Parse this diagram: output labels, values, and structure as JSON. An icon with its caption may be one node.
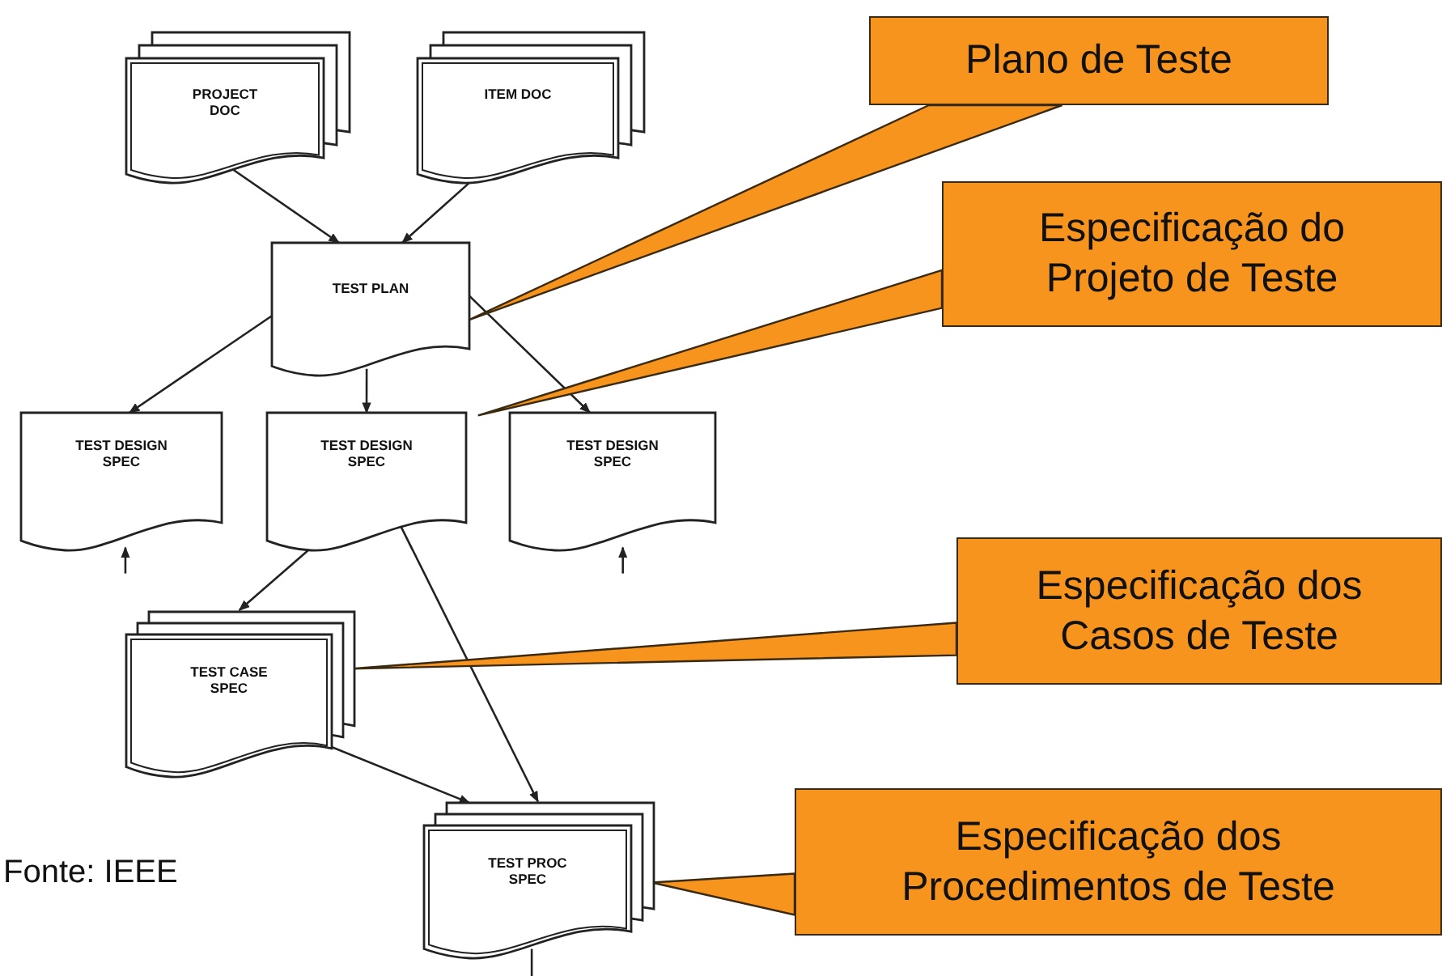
{
  "diagram": {
    "nodes": [
      {
        "text": [
          "PROJECT DOC"
        ]
      },
      {
        "text": [
          "ITEM DOC"
        ]
      },
      {
        "text": [
          "TEST PLAN"
        ]
      },
      {
        "text": [
          "TEST DESIGN SPEC"
        ]
      },
      {
        "text": [
          "TEST DESIGN SPEC"
        ]
      },
      {
        "text": [
          "TEST DESIGN SPEC"
        ]
      },
      {
        "text": [
          "TEST CASE SPEC"
        ]
      },
      {
        "text": [
          "TEST PROC SPEC"
        ]
      },
      {
        "text": [
          "Plano de Teste"
        ]
      },
      {
        "text": [
          "Especificação do Projeto de Teste"
        ]
      },
      {
        "text": [
          "Especificação dos Casos de Teste"
        ]
      },
      {
        "text": [
          "Especificação dos Procedimentos de Teste"
        ]
      }
    ],
    "edges": [
      {
        "from": 0,
        "to": 2,
        "arrow": "to"
      },
      {
        "from": 1,
        "to": 2,
        "arrow": "to"
      },
      {
        "from": 2,
        "to": 3,
        "arrow": "to"
      },
      {
        "from": 2,
        "to": 4,
        "arrow": "to"
      },
      {
        "from": 2,
        "to": 5,
        "arrow": "to"
      },
      {
        "from": 4,
        "to": 6,
        "arrow": "to"
      },
      {
        "from": 4,
        "to": 7,
        "arrow": "to"
      },
      {
        "from": 6,
        "to": 7,
        "arrow": "to"
      },
      {
        "from": 7,
        "to": null,
        "arrow": "none"
      },
      {
        "from": null,
        "to": 3,
        "arrow": "to"
      },
      {
        "from": null,
        "to": 5,
        "arrow": "to"
      },
      {
        "from": 8,
        "to": 2,
        "arrow": "none"
      },
      {
        "from": 9,
        "to": 4,
        "arrow": "none"
      },
      {
        "from": 10,
        "to": 6,
        "arrow": "none"
      },
      {
        "from": 11,
        "to": 7,
        "arrow": "none"
      }
    ],
    "labels": [
      "Fonte: IEEE"
    ]
  }
}
